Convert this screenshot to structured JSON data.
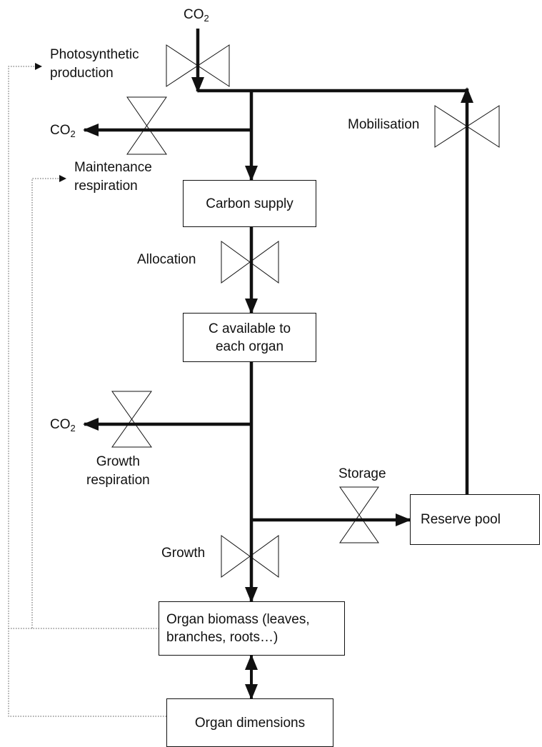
{
  "co2": {
    "base": "CO",
    "sub": "2"
  },
  "labels": {
    "photosynthetic": "Photosynthetic\nproduction",
    "maintenance": "Maintenance\nrespiration",
    "mobilisation": "Mobilisation",
    "allocation": "Allocation",
    "growth_respiration": "Growth\nrespiration",
    "storage": "Storage",
    "growth": "Growth"
  },
  "boxes": {
    "carbon_supply": "Carbon supply",
    "c_available": "C available to\neach organ",
    "reserve_pool": "Reserve  pool",
    "organ_biomass": "Organ biomass (leaves,\nbranches, roots…)",
    "organ_dimensions": "Organ  dimensions"
  }
}
